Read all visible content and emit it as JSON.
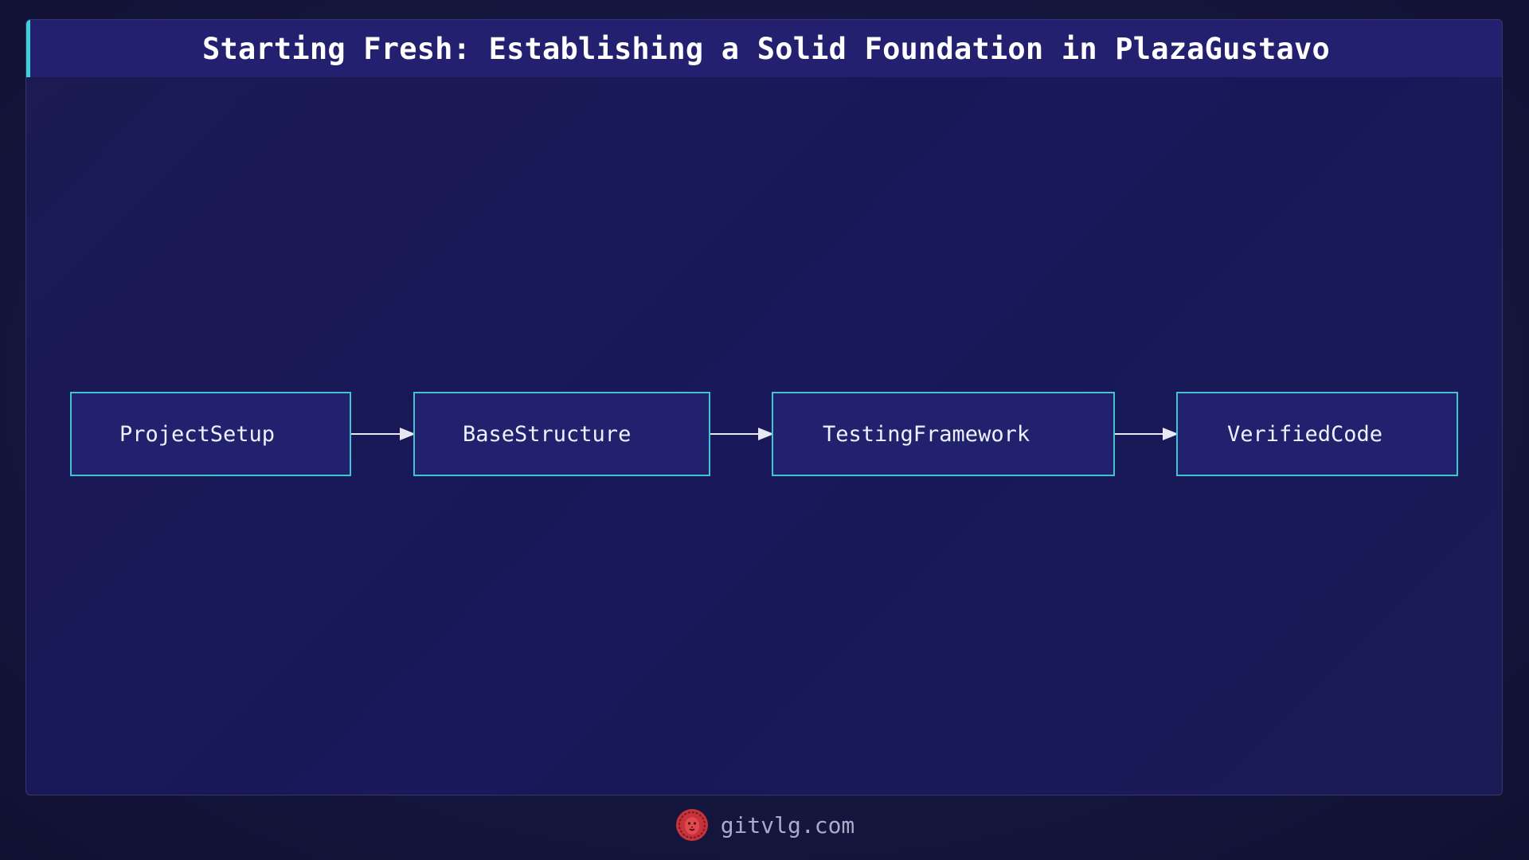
{
  "title": "Starting Fresh: Establishing a Solid Foundation in PlazaGustavo",
  "nodes": [
    {
      "id": "n1",
      "label": "ProjectSetup"
    },
    {
      "id": "n2",
      "label": "BaseStructure"
    },
    {
      "id": "n3",
      "label": "TestingFramework"
    },
    {
      "id": "n4",
      "label": "VerifiedCode"
    }
  ],
  "edges": [
    {
      "from": "n1",
      "to": "n2"
    },
    {
      "from": "n2",
      "to": "n3"
    },
    {
      "from": "n3",
      "to": "n4"
    }
  ],
  "footer": {
    "text": "gitvlg.com",
    "logo_icon": "lion-head-icon"
  },
  "colors": {
    "background": "#131437",
    "panel": "#1a1a55",
    "title_bar": "#23216f",
    "accent": "#3fd0d8",
    "node_fill": "#22216e",
    "node_border": "#3fc4d2",
    "logo": "#d8393f"
  }
}
